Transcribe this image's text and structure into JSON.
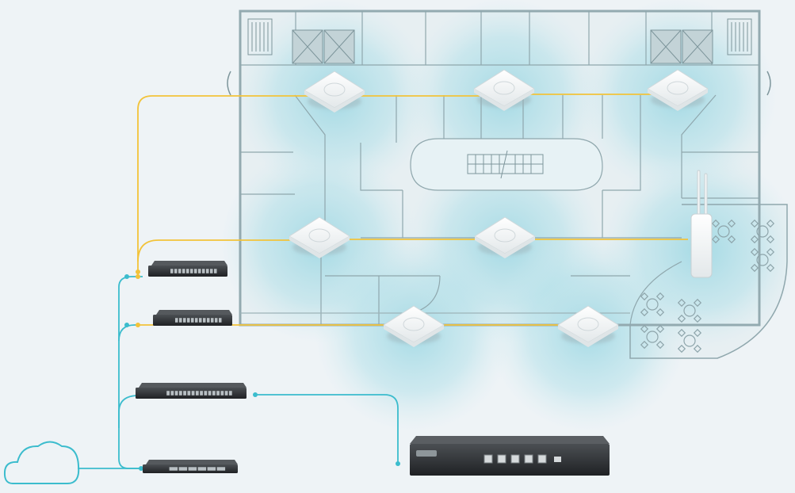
{
  "diagram": {
    "title": "",
    "nodes": [
      {
        "id": "cloud",
        "kind": "cloud",
        "icon": "cloud-icon"
      },
      {
        "id": "router",
        "kind": "router",
        "icon": "router-icon"
      },
      {
        "id": "core-switch",
        "kind": "switch",
        "icon": "switch-icon"
      },
      {
        "id": "poe-switch-1",
        "kind": "switch",
        "icon": "switch-icon"
      },
      {
        "id": "poe-switch-2",
        "kind": "switch",
        "icon": "switch-icon"
      },
      {
        "id": "controller",
        "kind": "controller",
        "icon": "controller-icon"
      },
      {
        "id": "ap-1",
        "kind": "ceiling-access-point",
        "icon": "access-point-icon"
      },
      {
        "id": "ap-2",
        "kind": "ceiling-access-point",
        "icon": "access-point-icon"
      },
      {
        "id": "ap-3",
        "kind": "ceiling-access-point",
        "icon": "access-point-icon"
      },
      {
        "id": "ap-4",
        "kind": "ceiling-access-point",
        "icon": "access-point-icon"
      },
      {
        "id": "ap-5",
        "kind": "ceiling-access-point",
        "icon": "access-point-icon"
      },
      {
        "id": "ap-6",
        "kind": "ceiling-access-point",
        "icon": "access-point-icon"
      },
      {
        "id": "ap-7",
        "kind": "ceiling-access-point",
        "icon": "access-point-icon"
      },
      {
        "id": "outdoor-ap",
        "kind": "outdoor-access-point",
        "icon": "outdoor-access-point-icon"
      }
    ],
    "links": [
      {
        "from": "cloud",
        "to": "router",
        "type": "uplink"
      },
      {
        "from": "router",
        "to": "core-switch",
        "type": "ethernet"
      },
      {
        "from": "core-switch",
        "to": "poe-switch-1",
        "type": "ethernet"
      },
      {
        "from": "core-switch",
        "to": "poe-switch-2",
        "type": "ethernet"
      },
      {
        "from": "core-switch",
        "to": "controller",
        "type": "ethernet"
      },
      {
        "from": "poe-switch-1",
        "to": "ap-1",
        "type": "poe"
      },
      {
        "from": "poe-switch-1",
        "to": "ap-2",
        "type": "poe"
      },
      {
        "from": "poe-switch-1",
        "to": "ap-3",
        "type": "poe"
      },
      {
        "from": "poe-switch-1",
        "to": "ap-4",
        "type": "poe"
      },
      {
        "from": "poe-switch-1",
        "to": "ap-5",
        "type": "poe"
      },
      {
        "from": "poe-switch-1",
        "to": "outdoor-ap",
        "type": "poe"
      },
      {
        "from": "poe-switch-2",
        "to": "ap-6",
        "type": "poe"
      },
      {
        "from": "poe-switch-2",
        "to": "ap-7",
        "type": "poe"
      }
    ],
    "colors": {
      "background": "#eef3f6",
      "ethernet_link": "#3bbccd",
      "poe_link": "#f2c33a",
      "wifi_coverage": "#9fd9e4",
      "floor_walls": "#8fa7ad",
      "device_dark": "#2b2e31",
      "access_point": "#f7f9fa"
    }
  }
}
